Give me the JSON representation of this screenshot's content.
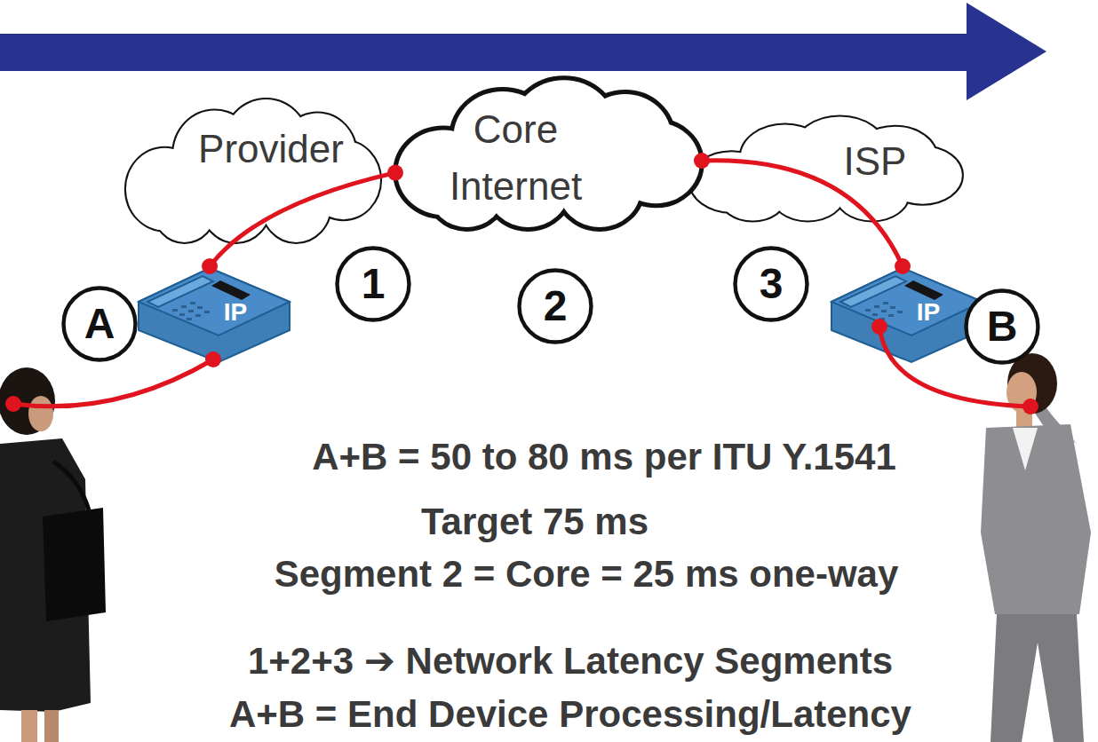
{
  "diagram": {
    "nodes": [
      {
        "text": [
          "Provider"
        ]
      },
      {
        "text": [
          "Core Internet"
        ]
      },
      {
        "text": [
          "ISP"
        ]
      },
      {
        "text": [
          "1"
        ]
      },
      {
        "text": [
          "2"
        ]
      },
      {
        "text": [
          "3"
        ]
      },
      {
        "text": [
          "A"
        ]
      },
      {
        "text": [
          "IP"
        ]
      },
      {
        "text": [
          "IP"
        ]
      },
      {
        "text": [
          "B"
        ]
      }
    ],
    "edges": [
      {
        "from": 7,
        "to": 1,
        "arrow": "none"
      },
      {
        "from": 1,
        "to": 8,
        "arrow": "none"
      }
    ],
    "labels": [
      "A+B = 50 to 80 ms per ITU Y.1541",
      "Target 75 ms",
      "Segment 2 = Core = 25 ms one-way",
      "1+2+3 ➔ Network Latency Segments",
      "A+B = End Device Processing/Latency"
    ]
  }
}
